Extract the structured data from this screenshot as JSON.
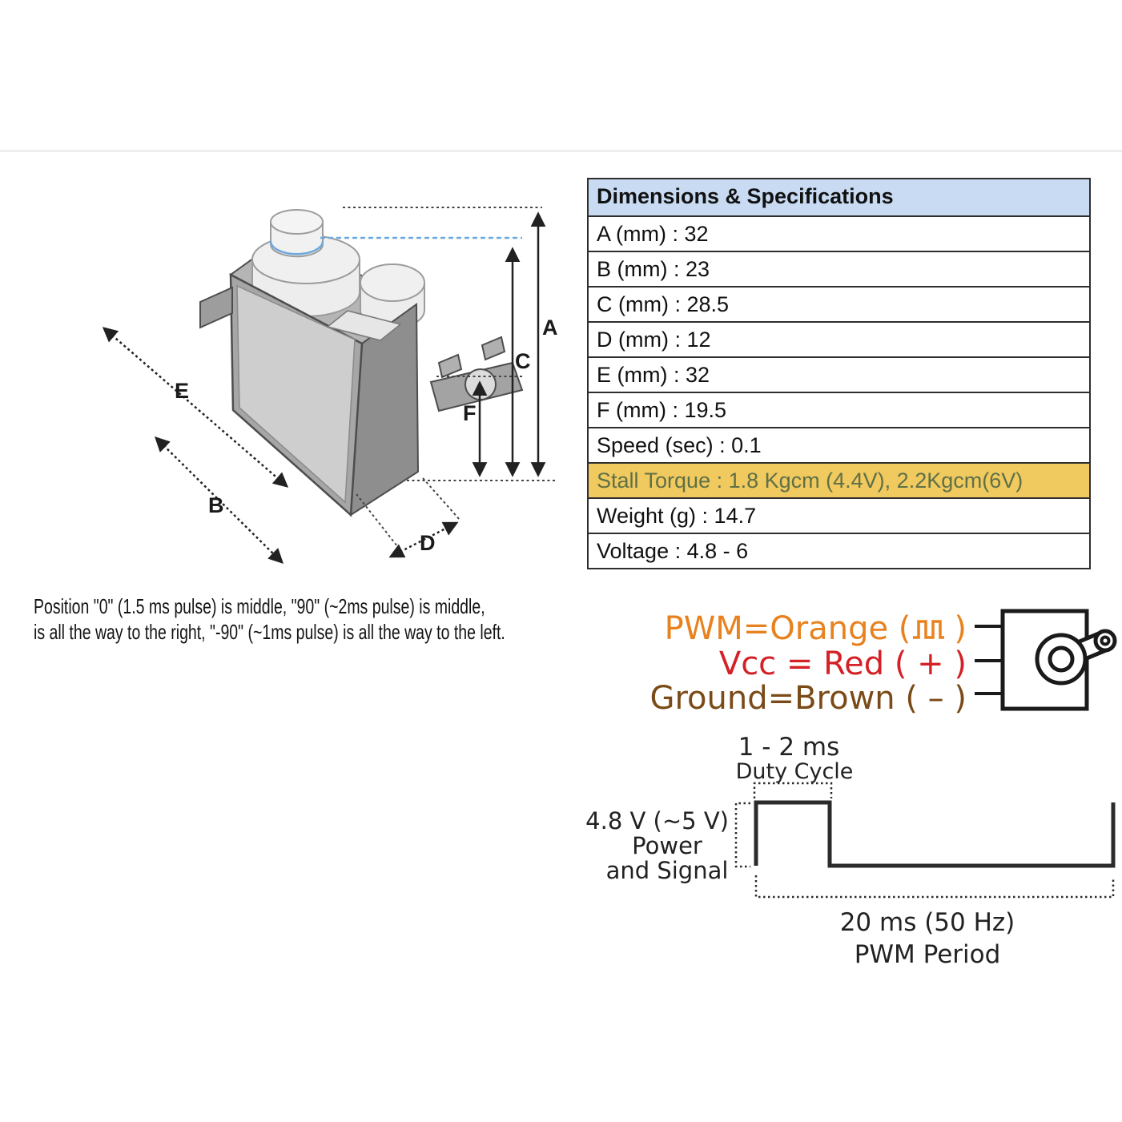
{
  "colors": {
    "table_header_bg": "#c8dbf2",
    "highlight_row_bg": "#f0c95f",
    "highlight_row_text": "#5f7047",
    "pwm_orange": "#e8821e",
    "vcc_red": "#d42127",
    "ground_brown": "#7a4a17",
    "blue_reference_line": "#6fa8dc"
  },
  "spec_table": {
    "header": "Dimensions & Specifications",
    "rows": [
      "A (mm) : 32",
      "B (mm) : 23",
      "C (mm) : 28.5",
      "D (mm) : 12",
      "E (mm) : 32",
      "F (mm) : 19.5",
      "Speed (sec) : 0.1",
      "Stall Torque : 1.8 Kgcm (4.4V), 2.2Kgcm(6V)",
      "Weight (g) : 14.7",
      "Voltage : 4.8 - 6"
    ]
  },
  "position_note": {
    "line1": "Position \"0\" (1.5 ms pulse) is middle, \"90\" (~2ms pulse) is middle,",
    "line2": "is all the way to the right, \"-90\" (~1ms pulse) is all the way to the left."
  },
  "servo_diagram": {
    "labels": {
      "a": "A",
      "b": "B",
      "c": "C",
      "d": "D",
      "e": "E",
      "f": "F"
    }
  },
  "wiring": {
    "pwm_prefix": "PWM=Orange (",
    "pwm_close": ")",
    "vcc": "Vcc = Red ( + )",
    "ground": "Ground=Brown ( – )"
  },
  "timing": {
    "duty_top": "1 - 2 ms",
    "duty_bottom": "Duty Cycle",
    "level_line1": "4.8 V (~5 V)",
    "level_line2": "Power",
    "level_line3": "and Signal",
    "period_line1": "20 ms (50 Hz)",
    "period_line2": "PWM Period"
  }
}
